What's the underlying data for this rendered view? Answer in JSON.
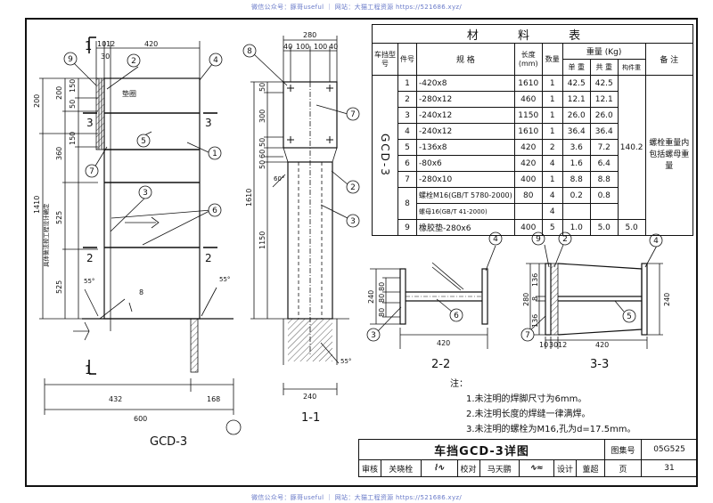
{
  "watermark": {
    "top": "微信公众号：豚哥useful ｜ 网站：大猫工程资源 https://521686.xyz/",
    "bottom": "微信公众号：豚哥useful ｜ 网站：大猫工程资源 https://521686.xyz/"
  },
  "table": {
    "title": "材 料 表",
    "headers": {
      "car_block": "车挡型号",
      "part_no": "件号",
      "spec": "规 格",
      "length": "长度(mm)",
      "qty": "数量",
      "weight": "重量 (Kg)",
      "unit_weight": "单 重",
      "total_weight": "共 重",
      "member_weight": "构件重",
      "remark": "备 注"
    },
    "model": "GCD-3",
    "rows": [
      {
        "no": "1",
        "spec": "-420x8",
        "length": "1610",
        "qty": "1",
        "unit": "42.5",
        "total": "42.5"
      },
      {
        "no": "2",
        "spec": "-280x12",
        "length": "460",
        "qty": "1",
        "unit": "12.1",
        "total": "12.1"
      },
      {
        "no": "3",
        "spec": "-240x12",
        "length": "1150",
        "qty": "1",
        "unit": "26.0",
        "total": "26.0"
      },
      {
        "no": "4",
        "spec": "-240x12",
        "length": "1610",
        "qty": "1",
        "unit": "36.4",
        "total": "36.4"
      },
      {
        "no": "5",
        "spec": "-136x8",
        "length": "420",
        "qty": "2",
        "unit": "3.6",
        "total": "7.2"
      },
      {
        "no": "6",
        "spec": "-80x6",
        "length": "420",
        "qty": "4",
        "unit": "1.6",
        "total": "6.4"
      },
      {
        "no": "7",
        "spec": "-280x10",
        "length": "400",
        "qty": "1",
        "unit": "8.8",
        "total": "8.8"
      },
      {
        "no": "8",
        "spec": "螺栓M16(GB/T 5780-2000)",
        "length": "80",
        "qty": "4",
        "unit": "0.2",
        "total": "0.8"
      },
      {
        "no": "",
        "spec": "螺母16(GB/T 41-2000)",
        "length": "",
        "qty": "4",
        "unit": "",
        "total": ""
      },
      {
        "no": "9",
        "spec": "橡胶垫-280x6",
        "length": "400",
        "qty": "5",
        "unit": "1.0",
        "total": "5.0",
        "member": "5.0"
      }
    ],
    "member_weight_main": "140.2",
    "remark": "螺栓重量内包括螺母重量"
  },
  "notes": {
    "head": "注：",
    "items": [
      "1.未注明的焊脚尺寸为6mm。",
      "2.未注明长度的焊缝一律满焊。",
      "3.未注明的螺栓为M16,孔为d=17.5mm。"
    ]
  },
  "title_block": {
    "drawing_title": "车挡GCD-3详图",
    "atlas_label": "图集号",
    "atlas_no": "05G525",
    "reviewer_label": "审核",
    "reviewer": "关晓栓",
    "checker_label": "校对",
    "checker": "马天鹏",
    "designer_label": "设计",
    "designer": "董超",
    "page_label": "页",
    "page": "31"
  },
  "views": {
    "main": {
      "label": "GCD-3",
      "dims_top": [
        "10",
        "12",
        "30",
        "420"
      ],
      "dims_left": [
        "200",
        "200",
        "150",
        "50",
        "150",
        "360",
        "525",
        "525",
        "1410"
      ],
      "dims_bottom": [
        "432",
        "168",
        "600"
      ],
      "section_marks": [
        "1",
        "1",
        "3",
        "3",
        "2",
        "2"
      ],
      "callouts": [
        "9",
        "2",
        "4",
        "5",
        "1",
        "7",
        "3",
        "6",
        "8"
      ],
      "gasket_label": "垫圈",
      "vertical_note": "具体做法按工程设计确定",
      "weld_angles": [
        "55°",
        "55°"
      ]
    },
    "section_1_1": {
      "label": "1-1",
      "dims_top": [
        "280",
        "40",
        "100",
        "100",
        "40"
      ],
      "dims_left": [
        "50",
        "300",
        "50",
        "60",
        "50",
        "1150",
        "1610"
      ],
      "dims_bottom": [
        "240"
      ],
      "callouts": [
        "8",
        "7",
        "2",
        "3"
      ],
      "weld_angles": [
        "60°",
        "55°"
      ]
    },
    "section_2_2": {
      "label": "2-2",
      "dims": [
        "240",
        "80",
        "80",
        "80",
        "420"
      ],
      "callouts": [
        "4",
        "6",
        "3"
      ]
    },
    "section_3_3": {
      "label": "3-3",
      "dims": [
        "280",
        "136",
        "8",
        "136",
        "10",
        "30",
        "12",
        "420",
        "240"
      ],
      "callouts": [
        "9",
        "2",
        "4",
        "5",
        "7"
      ]
    }
  }
}
